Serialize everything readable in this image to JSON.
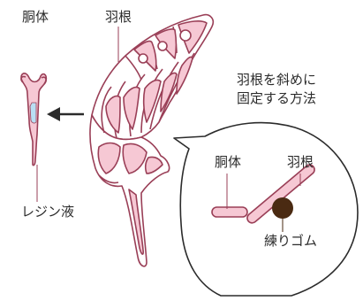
{
  "labels": {
    "body_top": "胴体",
    "wing_top": "羽根",
    "resin": "レジン液",
    "method_line1": "羽根を斜めに",
    "method_line2": "固定する方法",
    "callout_body": "胴体",
    "callout_wing": "羽根",
    "clay": "練りゴム"
  },
  "colors": {
    "outline": "#9a3f57",
    "fill_pink": "#f6c8d4",
    "resin_blue": "#b9dff3",
    "arrow": "#2b2b2b",
    "clay": "#4a2a12",
    "callout_stroke": "#2b2b2b"
  }
}
